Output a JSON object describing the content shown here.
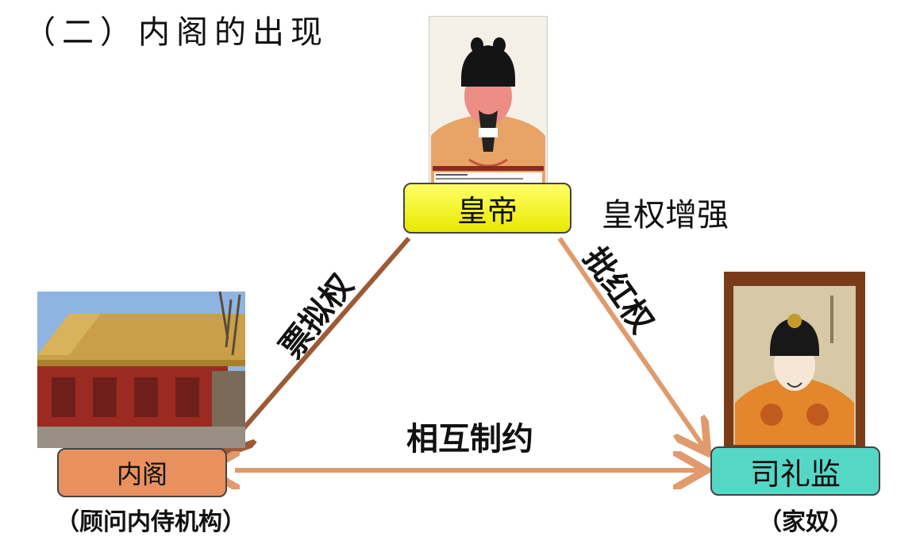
{
  "title": "（二）内阁的出现",
  "nodes": {
    "emperor": "皇帝",
    "cabinet": "内阁",
    "sili": "司礼监"
  },
  "emperor_note": "皇权增强",
  "captions": {
    "cabinet": "（顾问内侍机构）",
    "sili": "（家奴）"
  },
  "edges": {
    "emperor_to_cabinet": "票拟权",
    "emperor_to_sili": "批红权",
    "mutual": "相互制约"
  },
  "colors": {
    "emperor_box": "#ffff33",
    "cabinet_box": "#e8915f",
    "sili_box": "#55d7c6",
    "arrow_left": "#9c5a35",
    "arrow_right": "#e09a6d"
  }
}
